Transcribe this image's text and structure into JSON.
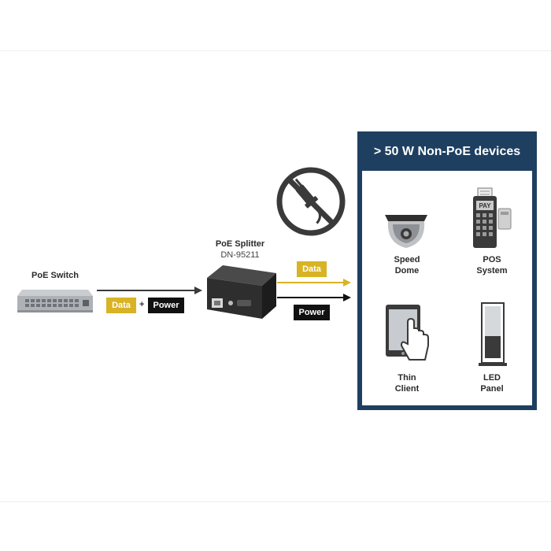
{
  "switch": {
    "label": "PoE Switch"
  },
  "splitter": {
    "label": "PoE Splitter",
    "model": "DN-95211"
  },
  "input_flow": {
    "data_label": "Data",
    "plus": "+",
    "power_label": "Power"
  },
  "output_flow": {
    "data_label": "Data",
    "power_label": "Power"
  },
  "panel": {
    "title": "> 50 W Non-PoE devices",
    "devices": [
      {
        "line1": "Speed",
        "line2": "Dome",
        "icon": "dome-camera-icon"
      },
      {
        "line1": "POS",
        "line2": "System",
        "icon": "pos-terminal-icon",
        "screen_text": "PAY"
      },
      {
        "line1": "Thin",
        "line2": "Client",
        "icon": "tablet-touch-icon"
      },
      {
        "line1": "LED",
        "line2": "Panel",
        "icon": "led-panel-icon"
      }
    ]
  },
  "colors": {
    "data_yellow": "#d8b325",
    "power_black": "#111111",
    "panel_navy": "#1e3f60",
    "icon_dark": "#3a3a3a"
  }
}
